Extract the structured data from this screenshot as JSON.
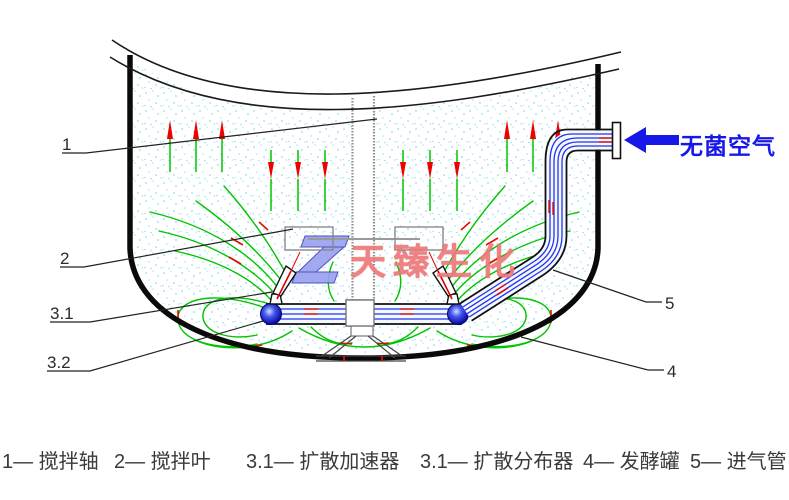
{
  "watermark": {
    "text": "天臻生化"
  },
  "air_inlet": {
    "label": "无菌空气"
  },
  "callouts": {
    "c1": "1",
    "c2": "2",
    "c3": "3.1",
    "c4": "3.2",
    "c5": "4",
    "c6": "5"
  },
  "legend": {
    "items": [
      {
        "label": "1— 搅拌轴"
      },
      {
        "label": "2— 搅拌叶"
      },
      {
        "label": "3.1— 扩散加速器"
      },
      {
        "label": "3.1— 扩散分布器"
      },
      {
        "label": "4— 发酵罐"
      },
      {
        "label": "5— 进气管"
      }
    ]
  },
  "colors": {
    "flow_green": "#00c400",
    "flow_red": "#ee1000",
    "pipe_blue": "#2233ee",
    "air_blue": "#1717e8",
    "watermark_red": "#ee7878",
    "logo_blue": "#99a0f0"
  }
}
